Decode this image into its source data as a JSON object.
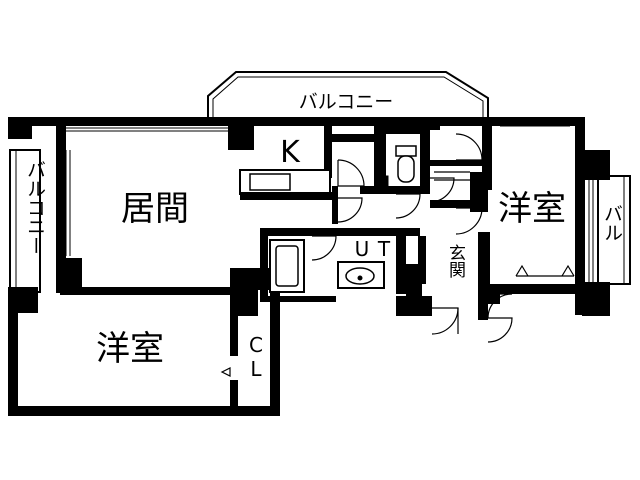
{
  "rooms": {
    "living": "居間",
    "kitchen": "K",
    "western_bottom_left": "洋室",
    "western_right": "洋室",
    "closet_c": "C",
    "closet_l": "L",
    "unit_bath_u": "U",
    "unit_bath_t": "T",
    "entrance": "玄関"
  },
  "balconies": {
    "top": "バルコニー",
    "left": "バルコニー",
    "right": "バル"
  },
  "colors": {
    "wall": "#000000",
    "floor": "#ffffff",
    "fixture": "#000000"
  }
}
